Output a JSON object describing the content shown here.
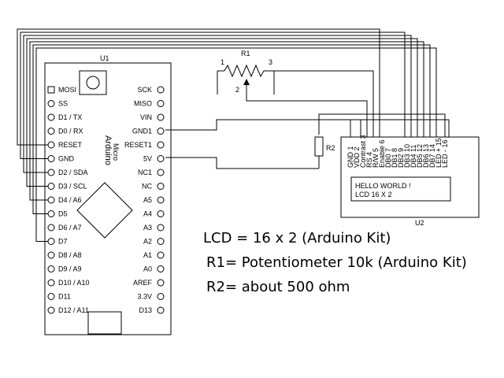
{
  "arduino": {
    "ref": "U1",
    "name": "Arduino",
    "model": "Micro",
    "left_pins": [
      "MOSI",
      "SS",
      "D1 / TX",
      "D0 / RX",
      "RESET",
      "GND",
      "D2 / SDA",
      "D3 / SCL",
      "D4 / A6",
      "D5",
      "D6 / A7",
      "D7",
      "D8 / A8",
      "D9 / A9",
      "D10 / A10",
      "D11",
      "D12 / A11"
    ],
    "right_pins": [
      "SCK",
      "MISO",
      "VIN",
      "GND1",
      "RESET1",
      "5V",
      "NC1",
      "NC",
      "A5",
      "A4",
      "A3",
      "A2",
      "A1",
      "A0",
      "AREF",
      "3.3V",
      "D13"
    ]
  },
  "potentiometer": {
    "ref": "R1",
    "pin1": "1",
    "pin2": "2",
    "pin3": "3"
  },
  "resistor": {
    "ref": "R2"
  },
  "lcd": {
    "ref": "U2",
    "pins": [
      "GND 1",
      "VDD 2",
      "Contrast 3",
      "RS 4",
      "R/W 5",
      "Enable 6",
      "DB0 7",
      "DB1 8",
      "DB2 9",
      "DB3 10",
      "DB4 11",
      "DB5 12",
      "DB6 13",
      "DB7 14",
      "LED + 15",
      "LED - 16"
    ],
    "screen_line1": "HELLO WORLD !",
    "screen_line2": "LCD 16 X 2"
  },
  "notes": {
    "lcd": "LCD = 16 x 2 (Arduino Kit)",
    "r1": "R1=  Potentiometer 10k (Arduino Kit)",
    "r2": "R2=  about 500 ohm"
  }
}
